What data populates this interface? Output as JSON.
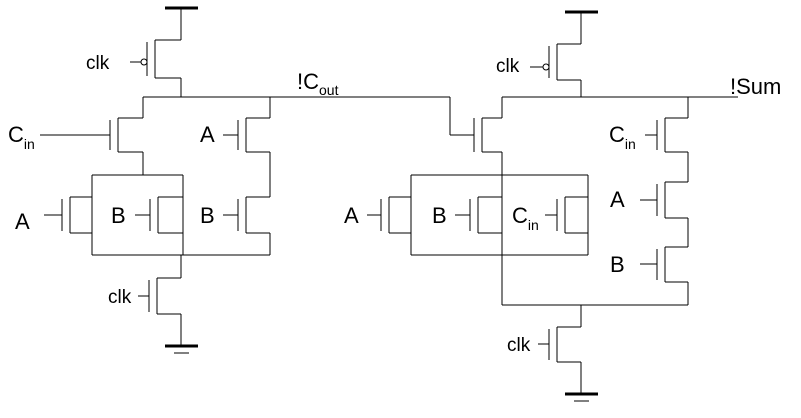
{
  "labels": {
    "clk": "clk",
    "a": "A",
    "b": "B",
    "c_letter": "C",
    "in_sub": "in",
    "cout_prefix": "!C",
    "out_sub": "out",
    "sum": "!Sum"
  }
}
